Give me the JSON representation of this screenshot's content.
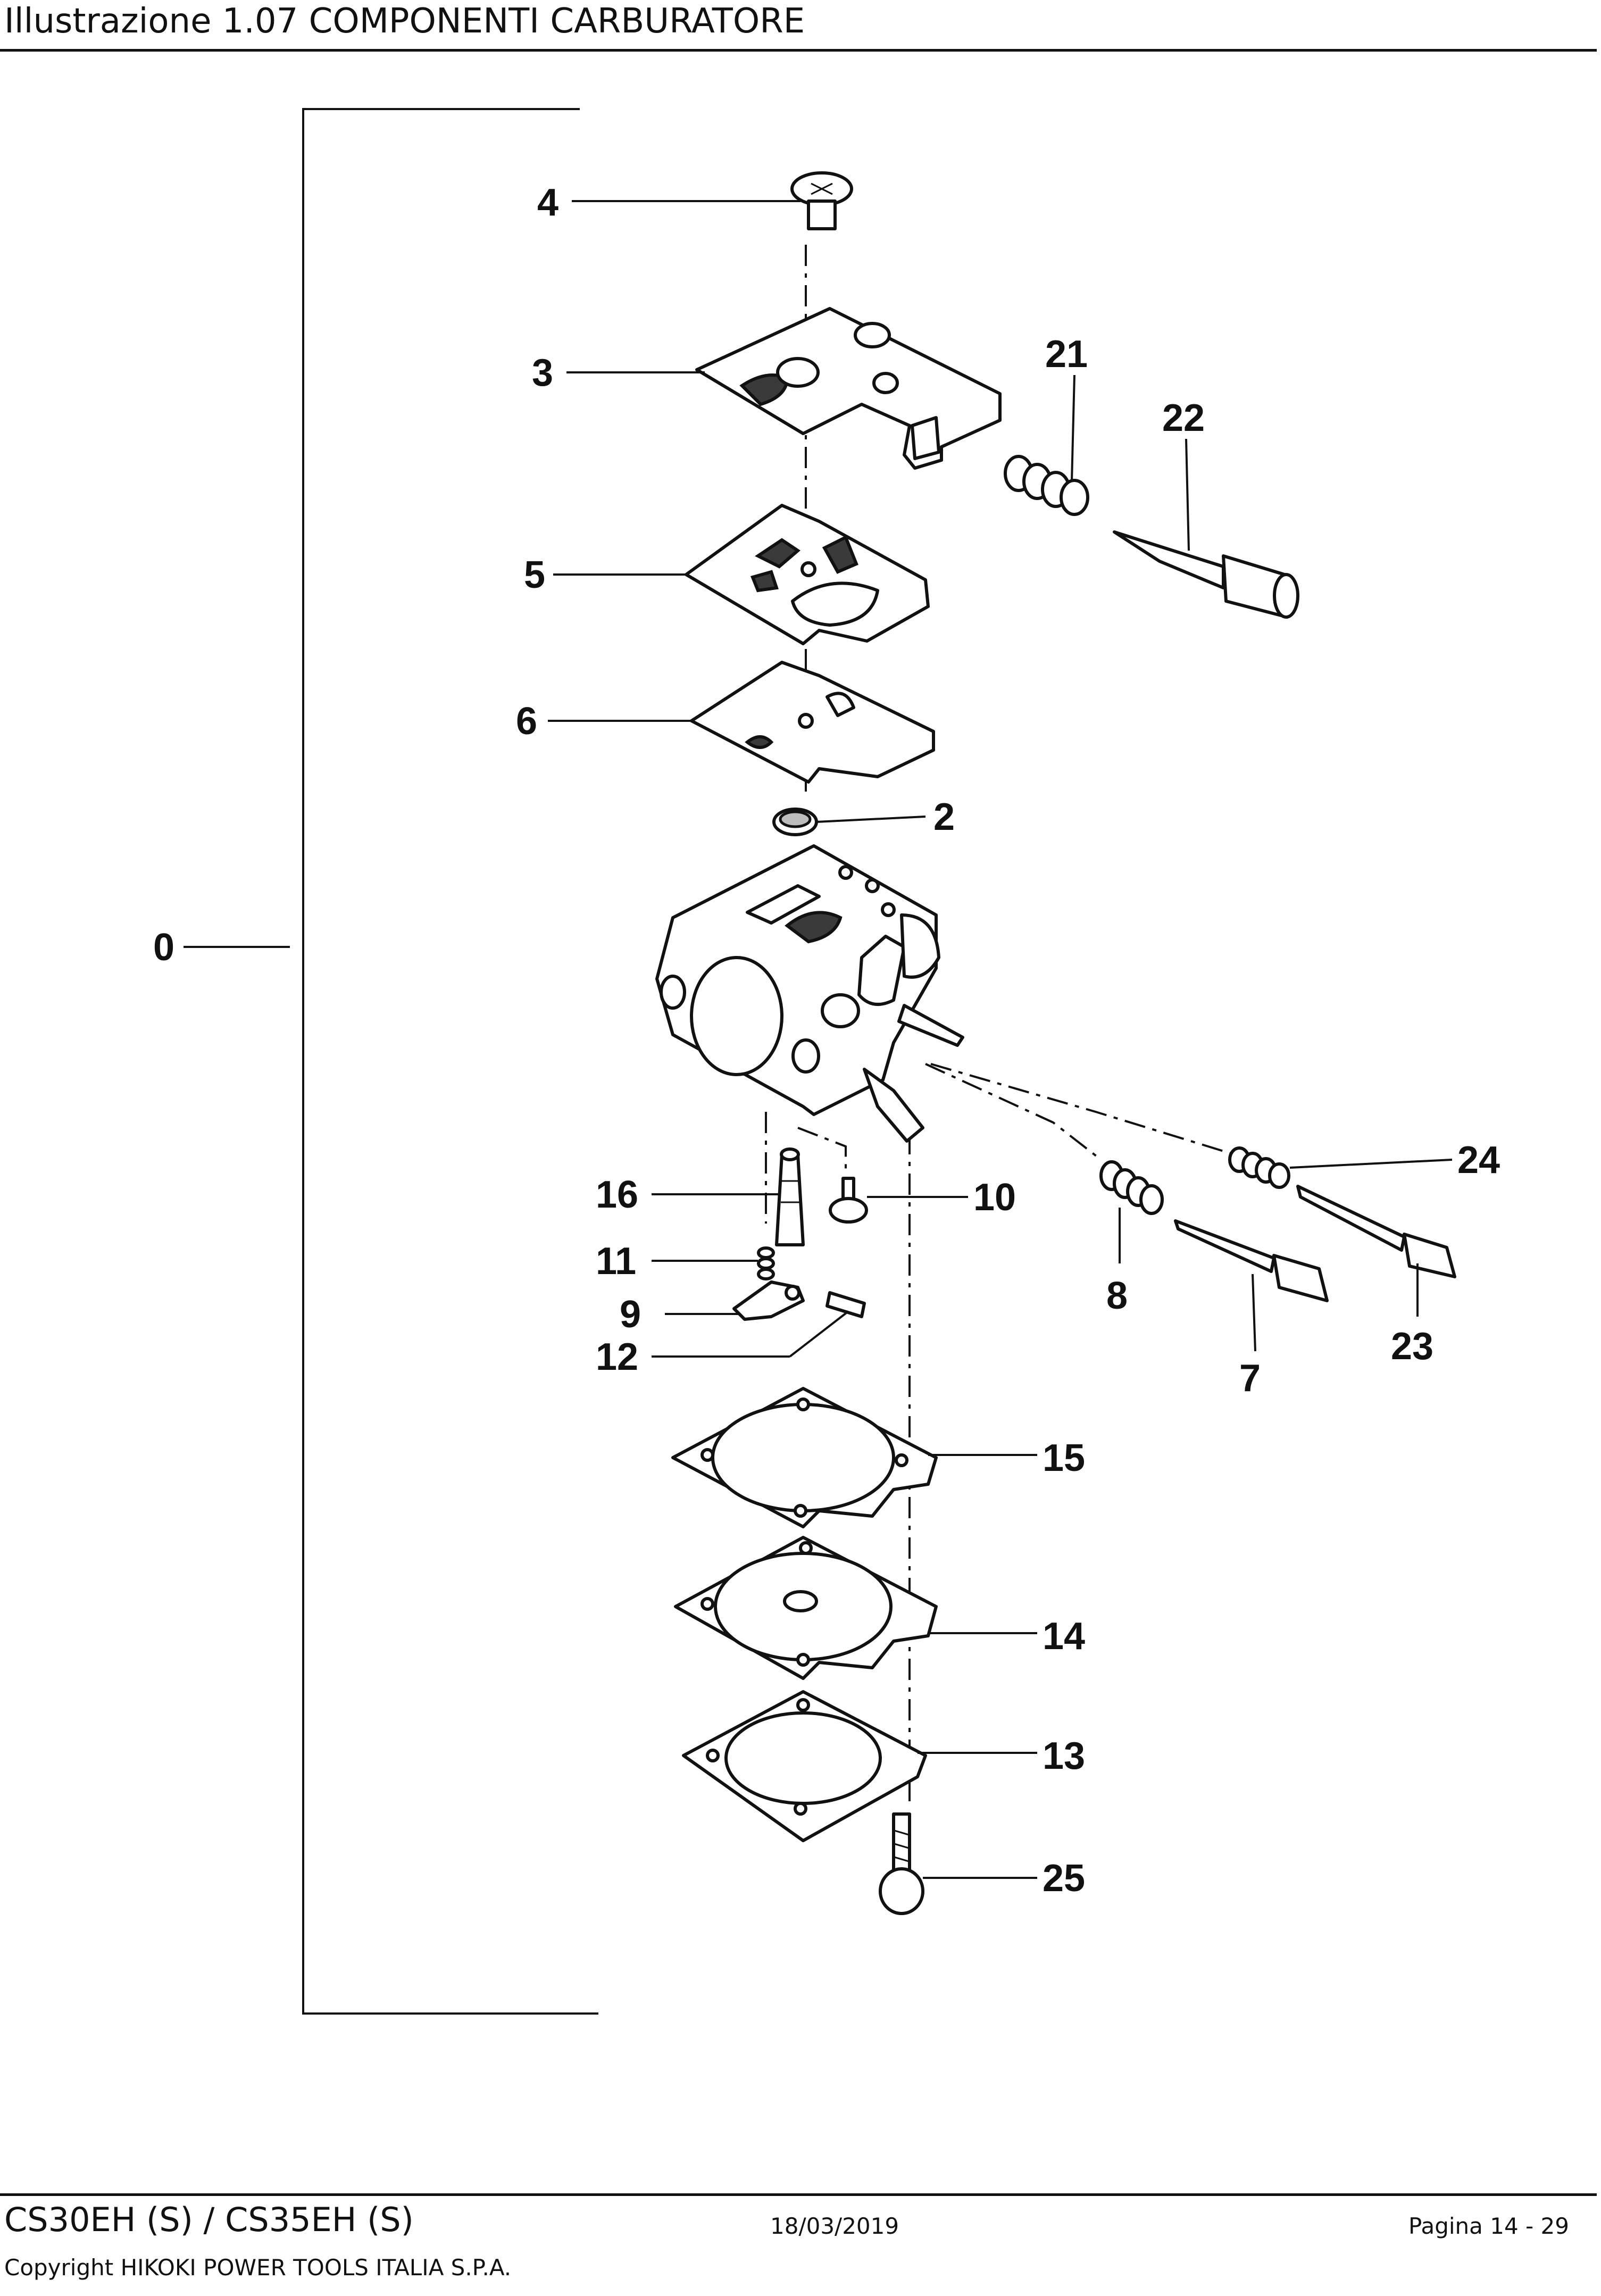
{
  "header": {
    "title": "Illustrazione  1.07 COMPONENTI CARBURATORE"
  },
  "diagram": {
    "callouts": [
      "4",
      "3",
      "21",
      "22",
      "5",
      "6",
      "2",
      "0",
      "16",
      "10",
      "11",
      "9",
      "12",
      "8",
      "24",
      "7",
      "23",
      "15",
      "14",
      "13",
      "25"
    ]
  },
  "footer": {
    "model": "CS30EH (S) / CS35EH (S)",
    "date": "18/03/2019",
    "page": "Pagina 14 - 29",
    "copyright": "Copyright HIKOKI POWER TOOLS ITALIA S.P.A."
  }
}
